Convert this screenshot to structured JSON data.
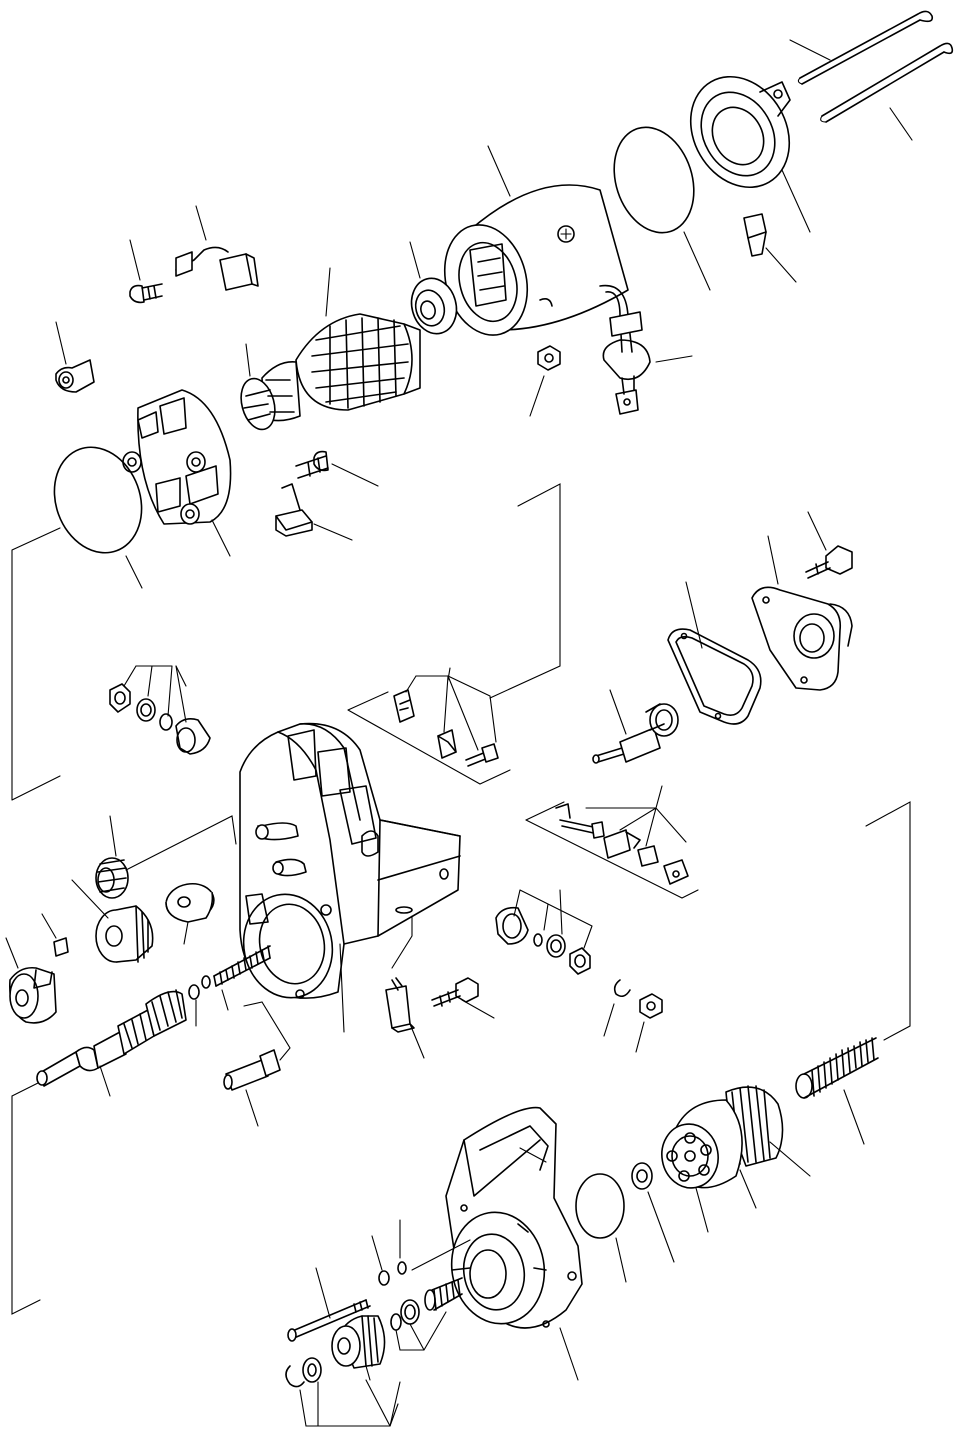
{
  "diagram": {
    "type": "exploded-parts-view",
    "background": "#ffffff",
    "ink": "#000000",
    "parts": [
      "through-bolt-1",
      "through-bolt-2",
      "rear-cover",
      "seal-ring-rear",
      "yoke",
      "terminal-bolt",
      "lead-wire",
      "nut-small",
      "bearing-rear",
      "armature",
      "brush-spring-clip",
      "brush",
      "screw-brush",
      "brush-holder",
      "oring-brush",
      "bracket-screw",
      "brush-small",
      "gasket",
      "plate-cover",
      "bolt-cover",
      "solenoid-plunger",
      "housing",
      "gear-set-left",
      "idler-gear",
      "clutch-sleeve",
      "ball",
      "lever-pin",
      "coupling",
      "pinion-shaft",
      "spring-small",
      "gear-spacer",
      "plunger-small",
      "terminal-screw",
      "spring-large",
      "overrunning-clutch",
      "drive-end-frame",
      "oring-front",
      "washer-front",
      "pinion-gear",
      "shaft-bolt",
      "clip-ring"
    ]
  }
}
